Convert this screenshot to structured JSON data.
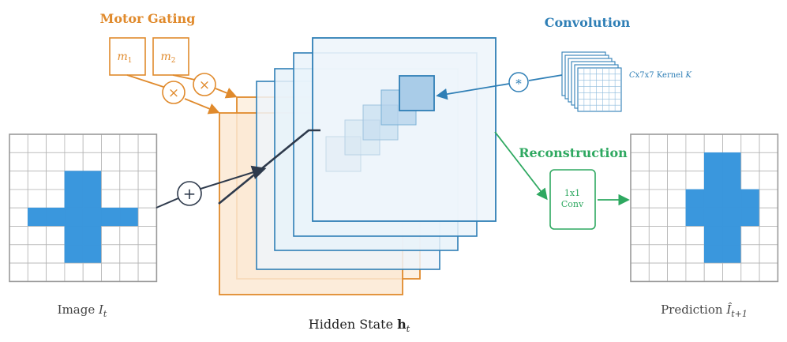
{
  "colors": {
    "orange": "#e08a2c",
    "orange_fill": "#fbe9d4",
    "blue": "#2f7fb6",
    "blue_fill": "#dcebf6",
    "green": "#2ea860",
    "pixel_blue": "#3a97dd",
    "grid_gray": "#b4b4b4",
    "dark": "#2e3a4c"
  },
  "labels": {
    "motor_gating": "Motor Gating",
    "m1": "m",
    "m1_sub": "1",
    "m2": "m",
    "m2_sub": "2",
    "times_1": "×",
    "times_2": "×",
    "plus": "+",
    "convolution": "Convolution",
    "star": "*",
    "kernel_prefix": "C",
    "kernel_rest": "x7x7 Kernel ",
    "kernel_k": "K",
    "reconstruction": "Reconstruction",
    "conv_line1": "1x1",
    "conv_line2": "Conv",
    "image_prefix": "Image ",
    "image_var": "I",
    "image_sub": "t",
    "hidden_prefix": "Hidden State ",
    "hidden_var": "h",
    "hidden_sub": "t",
    "prediction_prefix": "Prediction ",
    "prediction_var": "Î",
    "prediction_sub": "t+1"
  },
  "input_image": {
    "rows": 8,
    "cols": 8,
    "filled": [
      [
        2,
        3
      ],
      [
        2,
        4
      ],
      [
        3,
        3
      ],
      [
        3,
        4
      ],
      [
        4,
        1
      ],
      [
        4,
        2
      ],
      [
        4,
        3
      ],
      [
        4,
        4
      ],
      [
        4,
        5
      ],
      [
        4,
        6
      ],
      [
        5,
        3
      ],
      [
        5,
        4
      ],
      [
        6,
        3
      ],
      [
        6,
        4
      ]
    ]
  },
  "output_image": {
    "rows": 8,
    "cols": 8,
    "filled": [
      [
        1,
        4
      ],
      [
        1,
        5
      ],
      [
        2,
        4
      ],
      [
        2,
        5
      ],
      [
        3,
        3
      ],
      [
        3,
        4
      ],
      [
        3,
        5
      ],
      [
        3,
        6
      ],
      [
        4,
        3
      ],
      [
        4,
        4
      ],
      [
        4,
        5
      ],
      [
        4,
        6
      ],
      [
        5,
        4
      ],
      [
        5,
        5
      ],
      [
        6,
        4
      ],
      [
        6,
        5
      ]
    ]
  }
}
